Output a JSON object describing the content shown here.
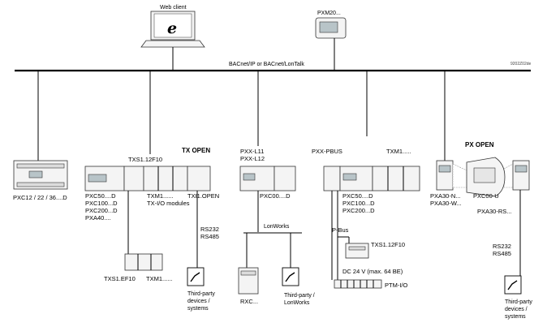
{
  "diagram": {
    "doc_code": "9202Z02de",
    "bus": {
      "label": "BACnet/IP or BACnet/LonTalk"
    },
    "nodes": {
      "web_client": {
        "label": "Web client",
        "icon": "ie-browser-icon"
      },
      "pxm20": {
        "label": "PXM20..."
      },
      "pxc12": {
        "label": "PXC12 / 22 / 36....D"
      },
      "tx_open": {
        "title": "TX OPEN",
        "txs_top": "TXS1.12F10",
        "pxc_lines": [
          "PXC50....D",
          "PXC100...D",
          "PXC200...D",
          "PXA40...."
        ],
        "txm_lines": [
          "TXM1......",
          "TX-I/O modules"
        ],
        "txi": "TXI1.OPEN",
        "rs": [
          "RS232",
          "RS485"
        ],
        "txs_ef": "TXS1.EF10",
        "txm_bottom": "TXM1......",
        "third_party": [
          "Third-party",
          "devices /",
          "systems"
        ]
      },
      "pxx_l": {
        "top": [
          "PXX-L11",
          "PXX-L12"
        ],
        "pxc00": "PXC00....D",
        "lonworks": "LonWorks",
        "rxc": "RXC...",
        "third_party": [
          "Third-party /",
          "LonWorks"
        ]
      },
      "pxx_pbus": {
        "top": "PXX-PBUS",
        "txm": "TXM1.....",
        "pxc_lines": [
          "PXC50....D",
          "PXC100...D",
          "PXC200...D"
        ],
        "pbus": "P-Bus",
        "txs": "TXS1.12F10",
        "dc": "DC 24 V  (max. 64 BE)",
        "ptm": "PTM-I/O"
      },
      "px_open": {
        "title": "PX OPEN",
        "pxa_left": [
          "PXA30-N...",
          "PXA30-W..."
        ],
        "pxc00u": "PXC00-U",
        "pxa_rs": "PXA30-RS...",
        "rs": [
          "RS232",
          "RS485"
        ],
        "third_party": [
          "Third-party",
          "devices /",
          "systems"
        ]
      }
    }
  }
}
